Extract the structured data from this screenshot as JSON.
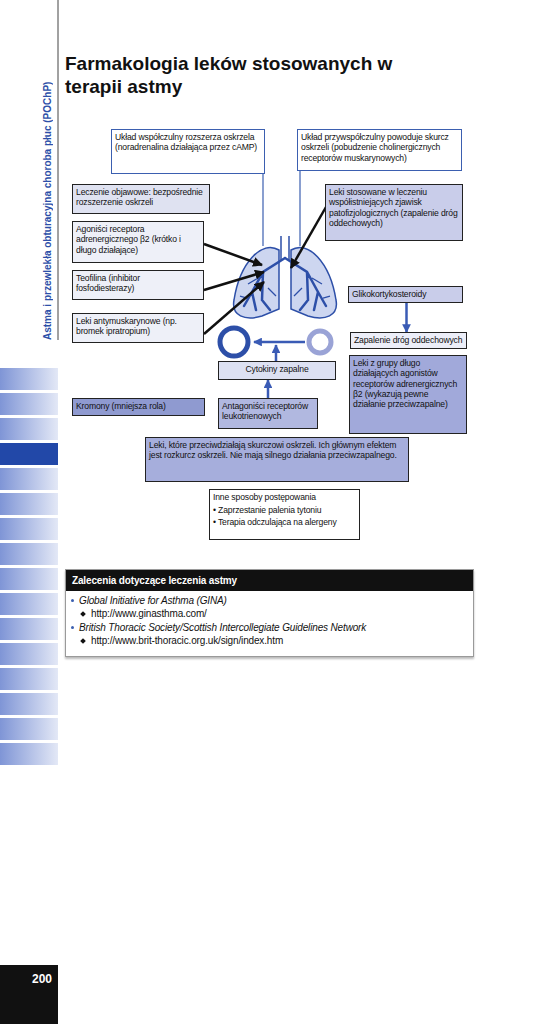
{
  "diagram": {
    "title": "Farmakologia leków stosowanych w terapii astmy",
    "nodes": [
      {
        "text": [
          "Układ współczulny rozszerza oskrzela (noradrenalina działająca przez cAMP)"
        ]
      },
      {
        "text": [
          "Układ przywspółczulny powoduje skurcz oskrzeli (pobudzenie cholinergicznych receptorów muskarynowych)"
        ]
      },
      {
        "text": [
          "Leczenie objawowe: bezpośrednie rozszerzenie oskrzeli"
        ]
      },
      {
        "text": [
          "Leki stosowane w leczeniu współistniejących zjawisk patofizjologicznych (zapalenie dróg oddechowych)"
        ]
      },
      {
        "text": [
          "Agoniści receptora adrenergicznego β2 (krótko i długo działające)"
        ]
      },
      {
        "text": [
          "Teofilina (inhibitor fosfodiesterazy)"
        ]
      },
      {
        "text": [
          "Glikokortykosteroidy"
        ]
      },
      {
        "text": [
          "Leki antymuskarynowe (np. bromek ipratropium)"
        ]
      },
      {
        "text": [
          "Zapalenie dróg oddechowych"
        ]
      },
      {
        "text": [
          "Cytokiny zapalne"
        ]
      },
      {
        "text": [
          "Leki z grupy długo działających agonistów receptorów adrenergicznych β2 (wykazują pewne działanie przeciwzapalne)"
        ]
      },
      {
        "text": [
          "Kromony (mniejsza rola)"
        ]
      },
      {
        "text": [
          "Antagoniści receptorów leukotrienowych"
        ]
      },
      {
        "text": [
          "Leki, które przeciwdziałają skurczowi oskrzeli. Ich głównym efektem jest rozkurcz oskrzeli. Nie mają silnego działania przeciwzapalnego."
        ]
      },
      {
        "text": [
          "Inne sposoby postępowania",
          "• Zaprzestanie palenia tytoniu",
          "• Terapia odczulająca na alergeny"
        ]
      },
      {
        "text": [
          "Zalecenia dotyczące leczenia astmy",
          "Global Initiative for Asthma (GINA)",
          "http://www.ginasthma.com/",
          "British Thoracic Society/Scottish Intercollegiate Guidelines Network",
          "http://www.brit-thoracic.org.uk/sign/index.htm"
        ]
      }
    ],
    "edges": [
      {
        "from": 6,
        "to": 8,
        "arrow": "to"
      },
      {
        "from": 12,
        "to": 9,
        "arrow": "to"
      }
    ],
    "labels": [
      "Astma i przewlekła obturacyjna choroba płuc (POChP)",
      "200"
    ]
  }
}
